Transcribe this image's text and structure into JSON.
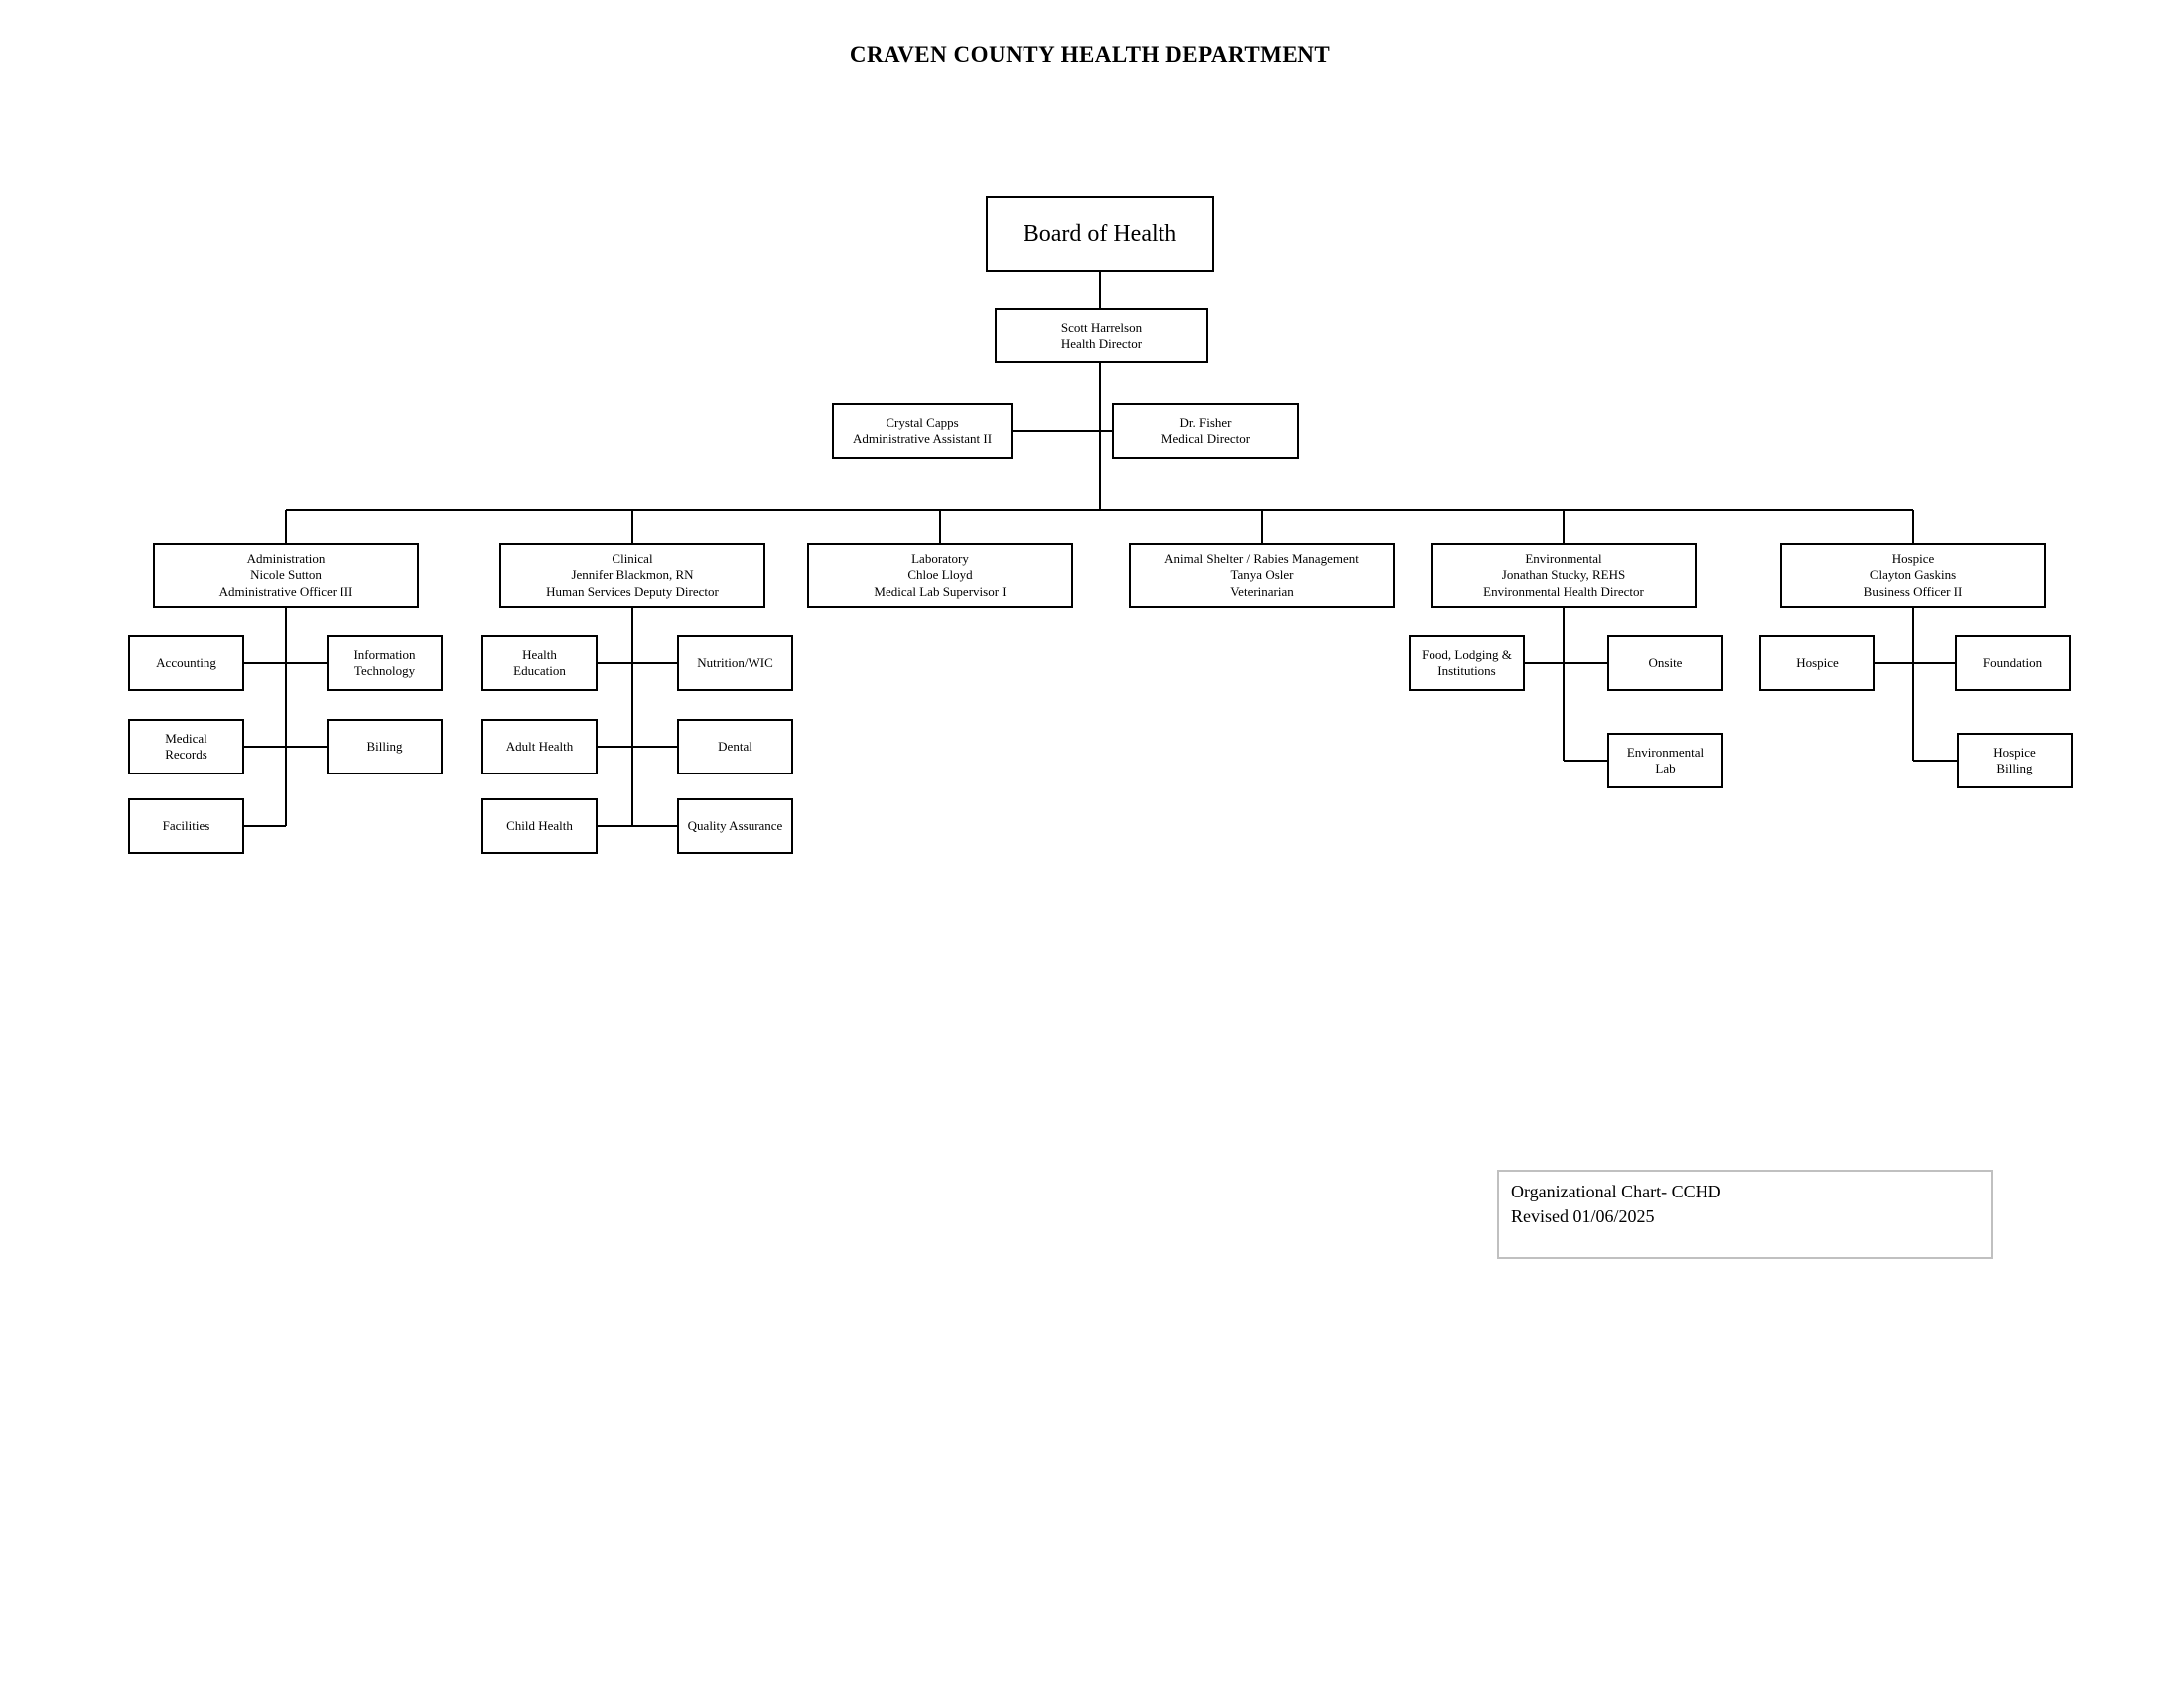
{
  "title": "CRAVEN COUNTY HEALTH DEPARTMENT",
  "board": {
    "label": "Board of Health"
  },
  "director": {
    "name": "Scott Harrelson",
    "role": "Health Director"
  },
  "assistant": {
    "name": "Crystal Capps",
    "role": "Administrative Assistant II"
  },
  "medical_director": {
    "name": "Dr. Fisher",
    "role": "Medical Director"
  },
  "departments": [
    {
      "name": "Administration",
      "person": "Nicole Sutton",
      "role": "Administrative Officer III"
    },
    {
      "name": "Clinical",
      "person": "Jennifer Blackmon, RN",
      "role": "Human Services Deputy Director"
    },
    {
      "name": "Laboratory",
      "person": "Chloe Lloyd",
      "role": "Medical Lab Supervisor I"
    },
    {
      "name": "Animal Shelter / Rabies Management",
      "person": "Tanya Osler",
      "role": "Veterinarian"
    },
    {
      "name": "Environmental",
      "person": "Jonathan Stucky, REHS",
      "role": "Environmental Health Director"
    },
    {
      "name": "Hospice",
      "person": "Clayton Gaskins",
      "role": "Business Officer II"
    }
  ],
  "units": {
    "administration": [
      "Accounting",
      "Information\nTechnology",
      "Medical\nRecords",
      "Billing",
      "Facilities"
    ],
    "clinical": [
      "Health\nEducation",
      "Nutrition/WIC",
      "Adult Health",
      "Dental",
      "Child Health",
      "Quality Assurance"
    ],
    "environmental": [
      "Food, Lodging &\nInstitutions",
      "Onsite",
      "Environmental\nLab"
    ],
    "hospice": [
      "Hospice",
      "Foundation",
      "Hospice\nBilling"
    ]
  },
  "footer": {
    "line1": "Organizational Chart- CCHD",
    "line2": "Revised 01/06/2025"
  }
}
